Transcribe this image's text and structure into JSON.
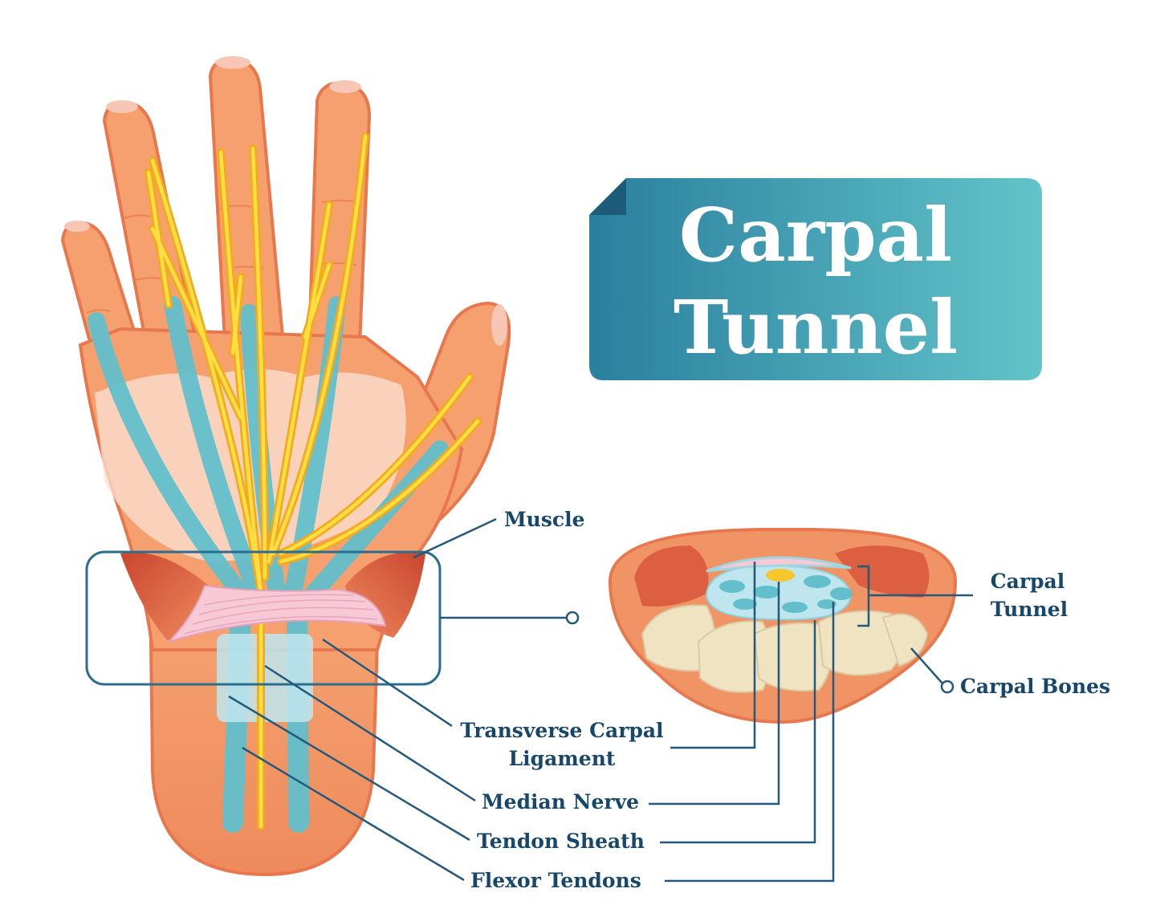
{
  "title": {
    "line1": "Carpal",
    "line2": "Tunnel"
  },
  "labels": {
    "muscle": "Muscle",
    "carpal_tunnel_line1": "Carpal",
    "carpal_tunnel_line2": "Tunnel",
    "carpal_bones": "Carpal Bones",
    "transverse_line1": "Transverse Carpal",
    "transverse_line2": "Ligament",
    "median_nerve": "Median Nerve",
    "tendon_sheath": "Tendon Sheath",
    "flexor_tendons": "Flexor Tendons"
  },
  "colors": {
    "skin": "#f5a06e",
    "skin_outline": "#e8774e",
    "muscle": "#d9563b",
    "tendon": "#62bfcb",
    "nerve": "#f7c52c",
    "ligament": "#f7c9d6",
    "bone": "#efe3c2",
    "title_banner_start": "#2a7f9e",
    "title_banner_end": "#62c4c9",
    "label_text": "#17486b"
  }
}
